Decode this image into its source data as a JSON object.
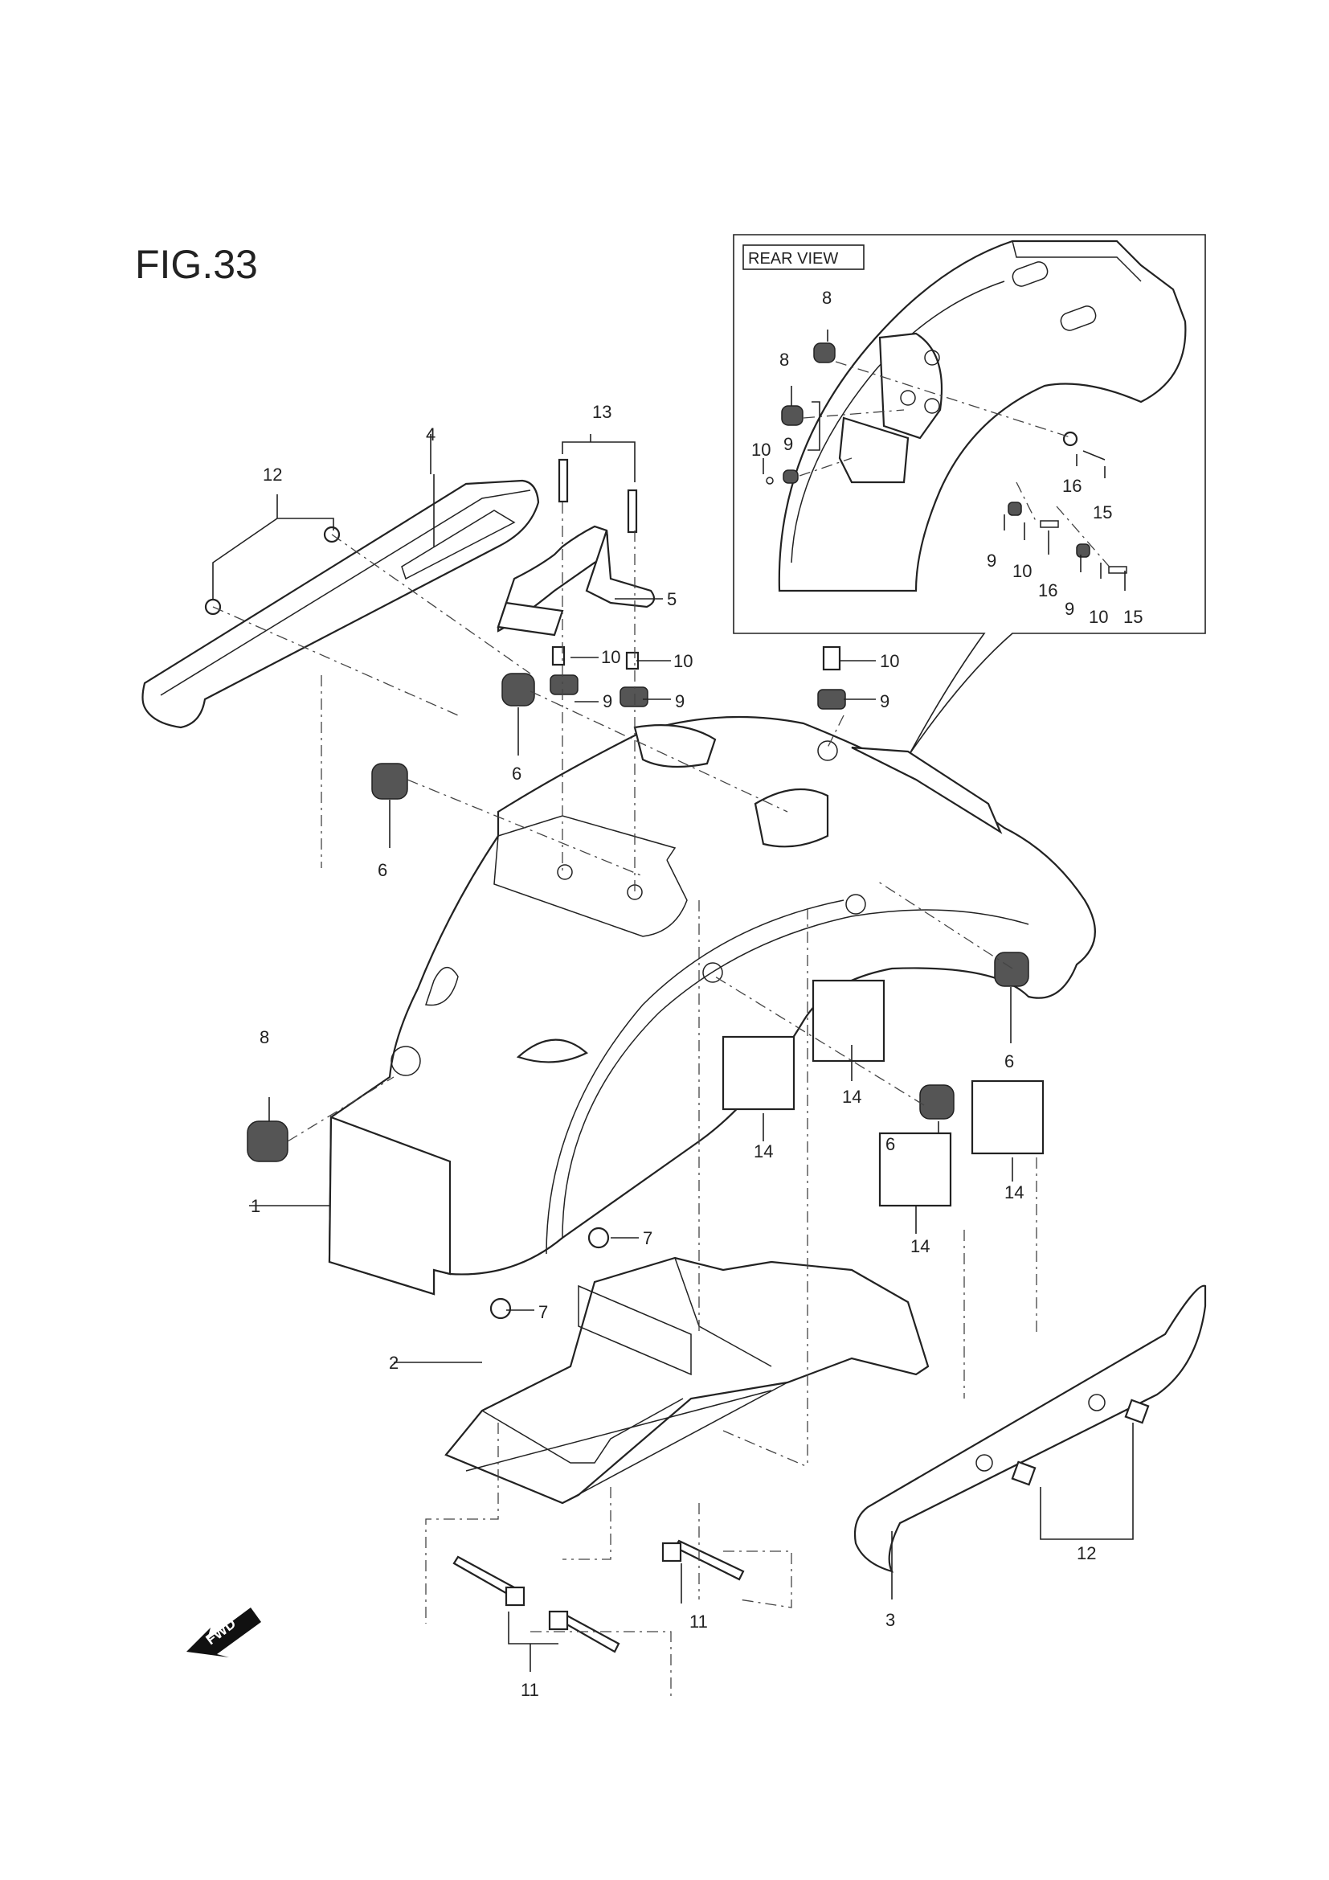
{
  "figure": {
    "title": "FIG.33",
    "inset_title": "REAR VIEW",
    "direction_label": "FWD"
  },
  "callouts": [
    {
      "id": "c1",
      "text": "1"
    },
    {
      "id": "c2",
      "text": "2"
    },
    {
      "id": "c3",
      "text": "3"
    },
    {
      "id": "c4",
      "text": "4"
    },
    {
      "id": "c5",
      "text": "5"
    },
    {
      "id": "c6a",
      "text": "6"
    },
    {
      "id": "c6b",
      "text": "6"
    },
    {
      "id": "c6c",
      "text": "6"
    },
    {
      "id": "c6d",
      "text": "6"
    },
    {
      "id": "c7a",
      "text": "7"
    },
    {
      "id": "c7b",
      "text": "7"
    },
    {
      "id": "c8a",
      "text": "8"
    },
    {
      "id": "c9a",
      "text": "9"
    },
    {
      "id": "c9b",
      "text": "9"
    },
    {
      "id": "c9c",
      "text": "9"
    },
    {
      "id": "c10a",
      "text": "10"
    },
    {
      "id": "c10b",
      "text": "10"
    },
    {
      "id": "c10c",
      "text": "10"
    },
    {
      "id": "c11a",
      "text": "11"
    },
    {
      "id": "c11b",
      "text": "11"
    },
    {
      "id": "c12a",
      "text": "12"
    },
    {
      "id": "c12b",
      "text": "12"
    },
    {
      "id": "c13",
      "text": "13"
    },
    {
      "id": "c14a",
      "text": "14"
    },
    {
      "id": "c14b",
      "text": "14"
    },
    {
      "id": "c14c",
      "text": "14"
    },
    {
      "id": "r8a",
      "text": "8"
    },
    {
      "id": "r8b",
      "text": "8"
    },
    {
      "id": "r9a",
      "text": "9"
    },
    {
      "id": "r9b",
      "text": "9"
    },
    {
      "id": "r9c",
      "text": "9"
    },
    {
      "id": "r10a",
      "text": "10"
    },
    {
      "id": "r10b",
      "text": "10"
    },
    {
      "id": "r10c",
      "text": "10"
    },
    {
      "id": "r15a",
      "text": "15"
    },
    {
      "id": "r15b",
      "text": "15"
    },
    {
      "id": "r16a",
      "text": "16"
    },
    {
      "id": "r16b",
      "text": "16"
    }
  ]
}
